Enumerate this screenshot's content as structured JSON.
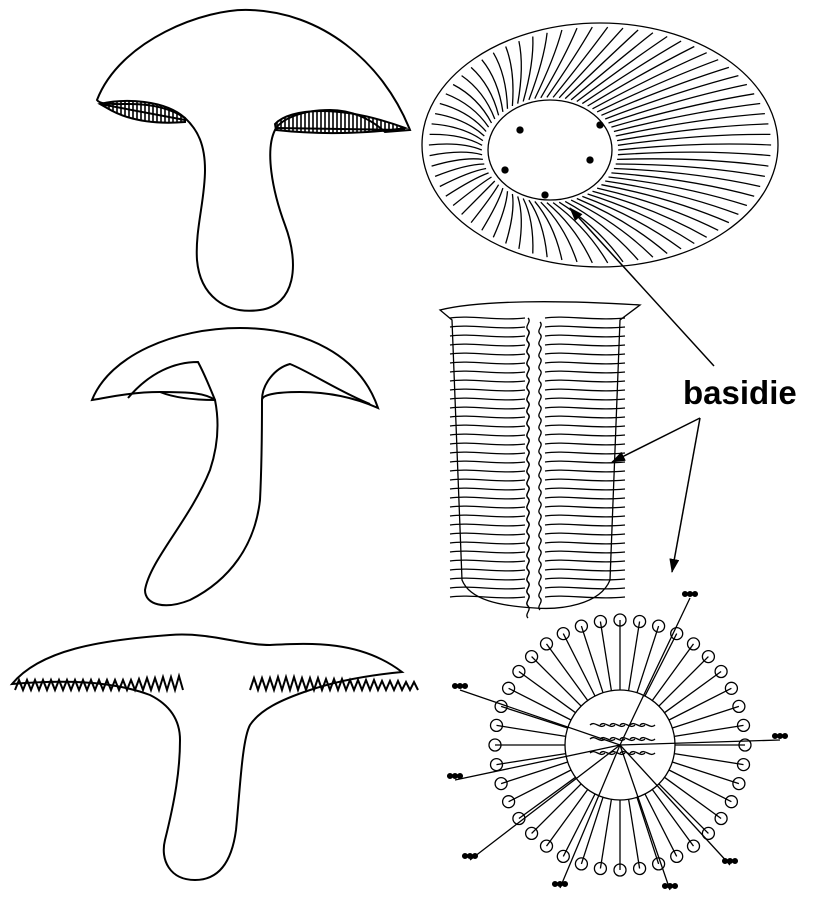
{
  "label": "basidie",
  "colors": {
    "ink": "#000000",
    "paper": "#ffffff"
  },
  "figures": {
    "left": [
      {
        "name": "mushroom-with-tubes"
      },
      {
        "name": "mushroom-with-smooth-hymenium"
      },
      {
        "name": "mushroom-with-gills"
      }
    ],
    "right": [
      {
        "name": "tube-cross-section"
      },
      {
        "name": "spine-longitudinal-section"
      },
      {
        "name": "lamella-cross-section"
      }
    ]
  }
}
